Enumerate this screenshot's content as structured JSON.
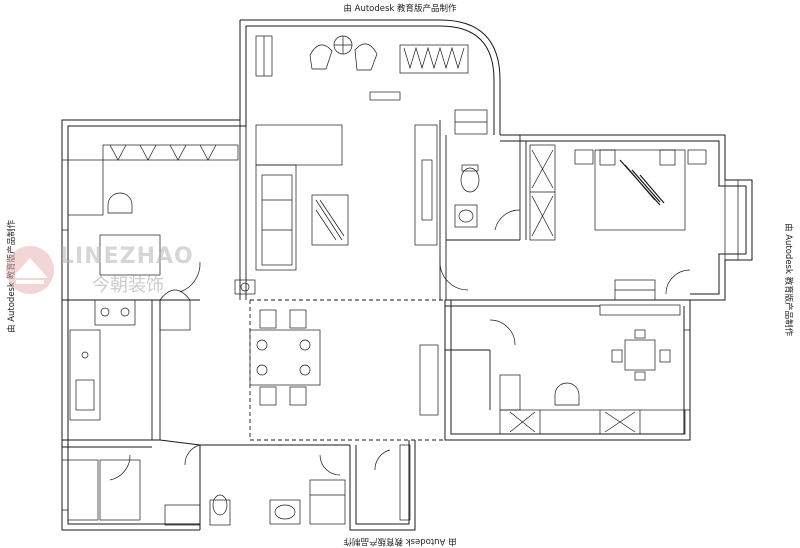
{
  "watermarks": {
    "top": "由 Autodesk 教育版产品制作",
    "bottom": "由 Autodesk 教育版产品制作",
    "left": "由 Autodesk 教育版产品制作",
    "right": "由 Autodesk 教育版产品制作"
  },
  "logo": {
    "name": "LINEZHAO",
    "subtitle": "今朝装饰"
  }
}
